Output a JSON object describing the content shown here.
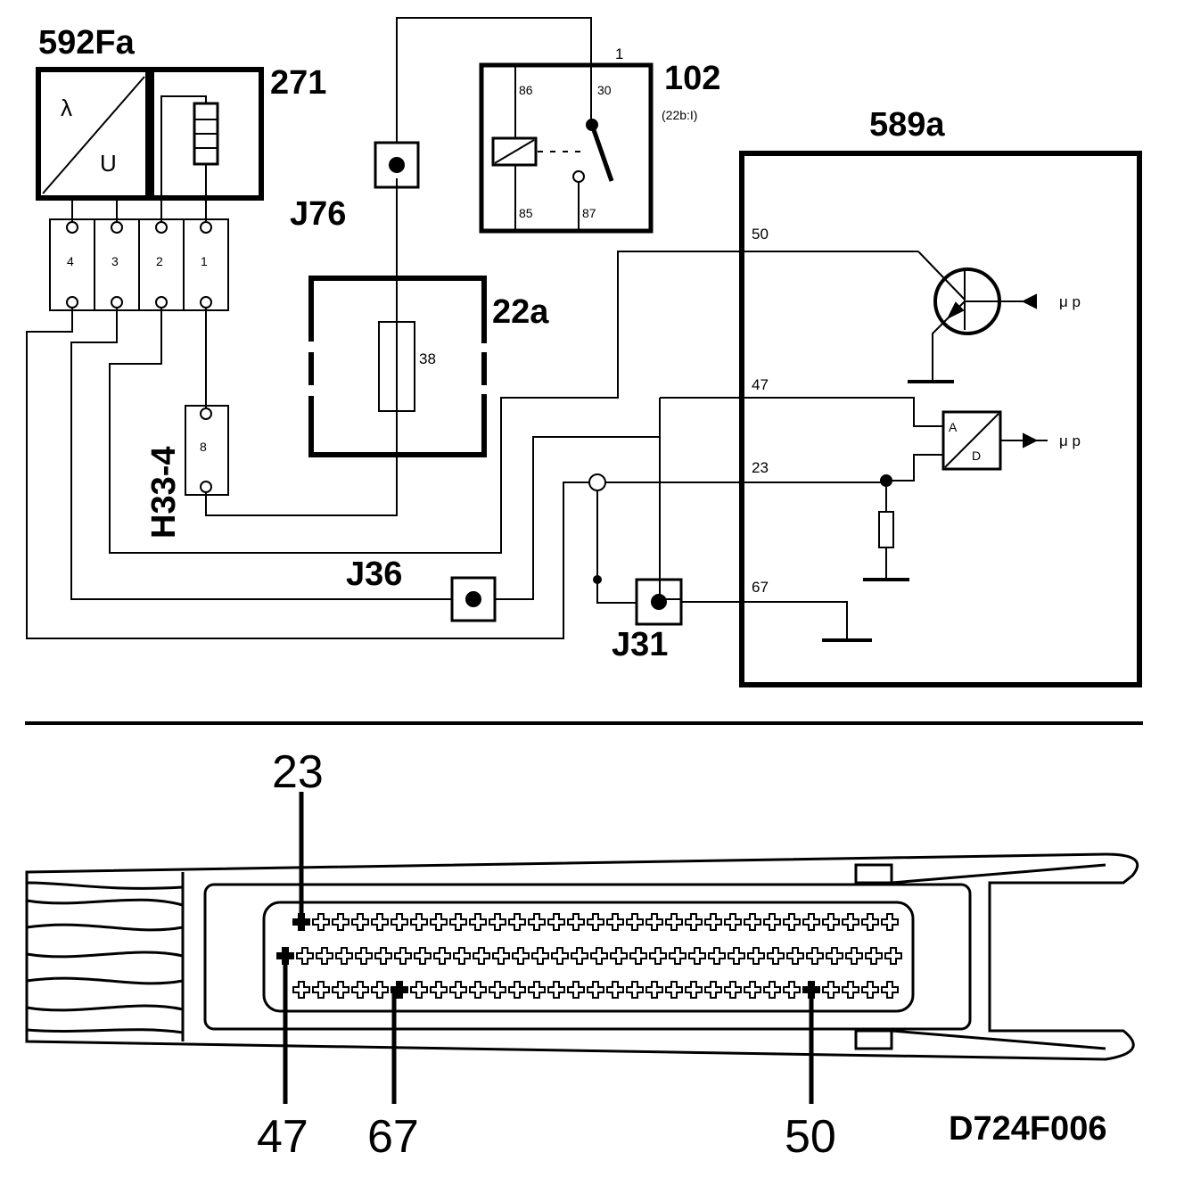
{
  "labels": {
    "sensor": "592Fa",
    "heater": "271",
    "relay": "102",
    "relay_sub": "(22b:I)",
    "relay_pin_top": "1",
    "relay_86": "86",
    "relay_30": "30",
    "relay_85": "85",
    "relay_87": "87",
    "ecu": "589a",
    "fusebox": "22a",
    "fuse": "38",
    "j76": "J76",
    "j36": "J36",
    "j31": "J31",
    "h33": "H33-4",
    "h33_pin": "8",
    "lambda": "λ",
    "u": "U",
    "pin4": "4",
    "pin3": "3",
    "pin2": "2",
    "pin1": "1",
    "ecu_50": "50",
    "ecu_47": "47",
    "ecu_23": "23",
    "ecu_67": "67",
    "mu_p_1": "μ p",
    "mu_p_2": "μ p",
    "ad_a": "A",
    "ad_d": "D"
  },
  "connector": {
    "pin23": "23",
    "pin47": "47",
    "pin67": "67",
    "pin50": "50"
  },
  "figure_id": "D724F006"
}
